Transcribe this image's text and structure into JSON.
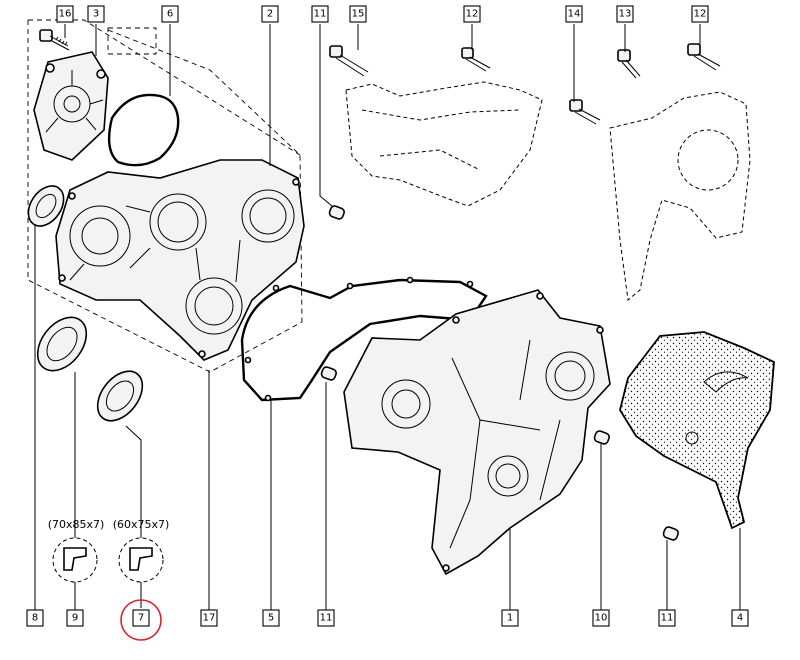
{
  "callouts": {
    "top_row": [
      "16",
      "3",
      "6",
      "2",
      "11",
      "15",
      "12",
      "14",
      "13",
      "12"
    ],
    "bottom_row": [
      "8",
      "9",
      "7",
      "17",
      "5",
      "11",
      "1",
      "10",
      "11",
      "4"
    ]
  },
  "seal_sizes": {
    "seal_9": "(70x85x7)",
    "seal_7": "(60x75x7)"
  },
  "highlight": {
    "part": "7",
    "color": "#d9232e"
  }
}
